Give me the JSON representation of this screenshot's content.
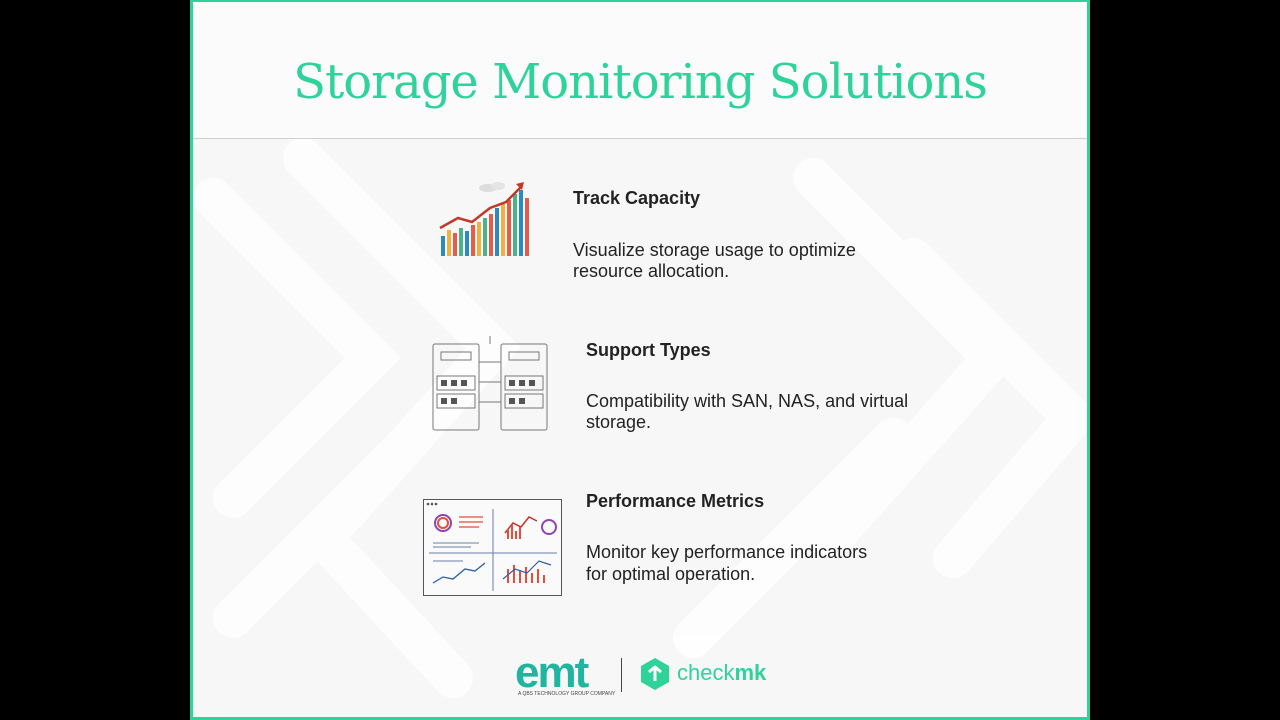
{
  "title": "Storage Monitoring Solutions",
  "items": [
    {
      "title": "Track Capacity",
      "desc": "Visualize storage usage to optimize resource allocation.",
      "icon": "bar-chart-growth-icon"
    },
    {
      "title": "Support Types",
      "desc": "Compatibility with SAN, NAS, and virtual storage.",
      "icon": "storage-architecture-diagram-icon"
    },
    {
      "title": "Performance Metrics",
      "desc": "Monitor key performance indicators for optimal operation.",
      "icon": "dashboard-metrics-icon"
    }
  ],
  "footer": {
    "logo_left": "emt",
    "logo_left_sub": "A QBS TECHNOLOGY GROUP COMPANY",
    "logo_right_prefix": "check",
    "logo_right_suffix": "mk"
  },
  "colors": {
    "accent": "#2fd39a",
    "frame": "#2fd39a",
    "text": "#222222"
  }
}
